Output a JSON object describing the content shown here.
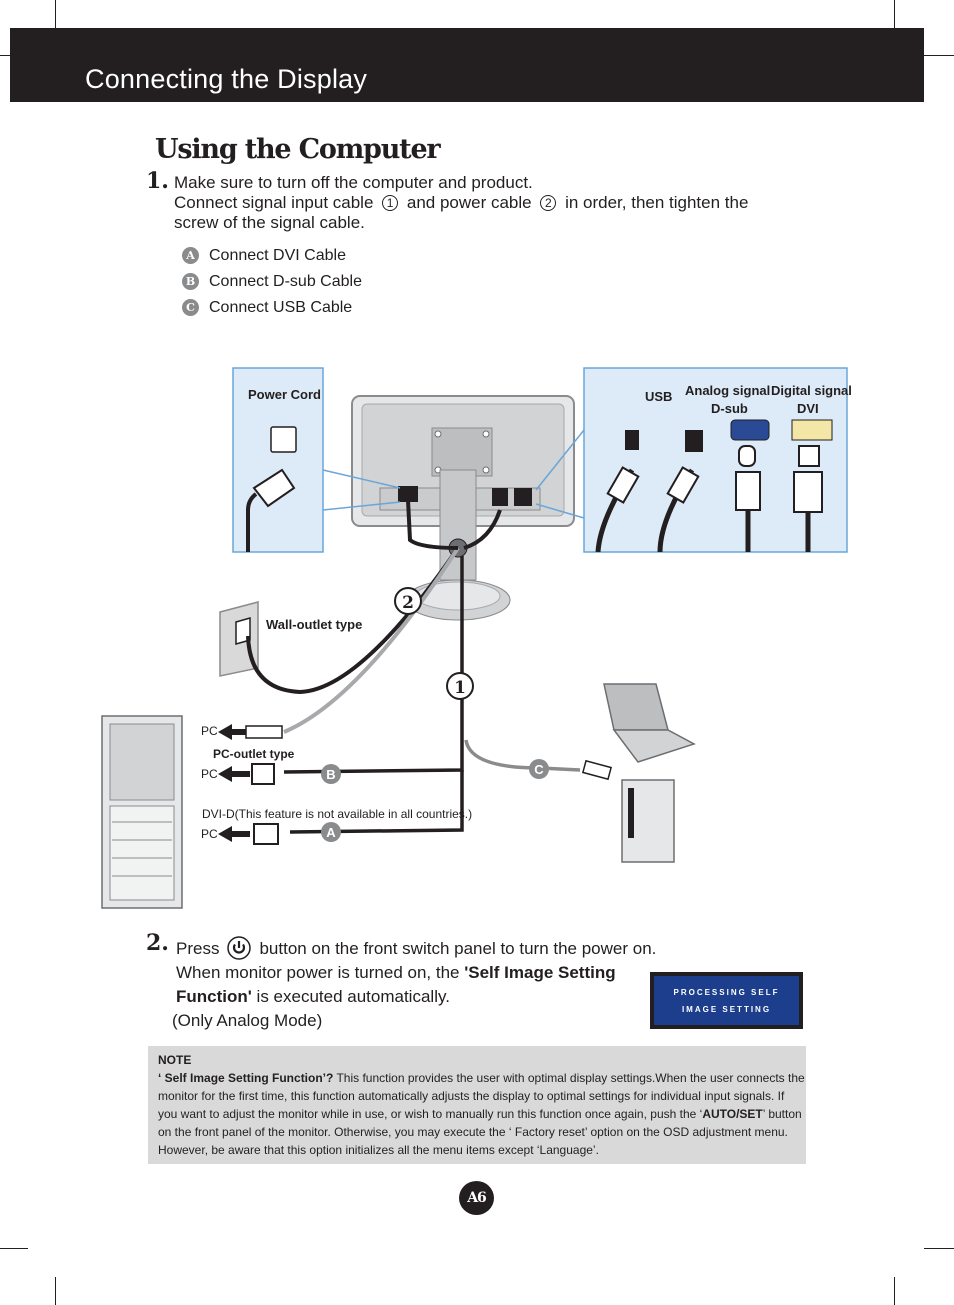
{
  "header": {
    "title": "Connecting the Display"
  },
  "section": {
    "title": "Using the Computer"
  },
  "step1": {
    "number": "1.",
    "line1": "Make sure to turn off the computer and  product.",
    "line2_a": "Connect signal input cable ",
    "circle1": "1",
    "line2_b": " and power cable ",
    "circle2": "2",
    "line2_c": " in order, then tighten the",
    "line3": "screw of the signal cable.",
    "options": [
      {
        "badge": "A",
        "label": "Connect DVI Cable"
      },
      {
        "badge": "B",
        "label": "Connect D-sub Cable"
      },
      {
        "badge": "C",
        "label": "Connect USB Cable"
      }
    ]
  },
  "diagram": {
    "power_cord": "Power Cord",
    "usb": "USB",
    "analog_1": "Analog signal",
    "analog_2": "D-sub",
    "digital_1": "Digital signal",
    "digital_2": "DVI",
    "wall_outlet": "Wall-outlet type",
    "pc_outlet": "PC-outlet type",
    "pc": "PC",
    "dvi_note": "DVI-D(This feature is not available in all countries.)",
    "cable1": "1",
    "cable2": "2",
    "letter_a": "A",
    "letter_b": "B",
    "letter_c": "C"
  },
  "step2": {
    "number": "2.",
    "press": "Press",
    "line1_b": "button on the front switch panel to turn the power on.",
    "line2_a": "When monitor power is turned on, the ",
    "line2_bold": "'Self Image Setting",
    "line3_bold": "Function'",
    "line3_b": " is executed automatically.",
    "line4": "(Only Analog Mode)"
  },
  "osd": {
    "line1": "PROCESSING SELF",
    "line2": "IMAGE SETTING"
  },
  "note": {
    "title": "NOTE",
    "q": "‘ Self Image Setting Function’?",
    "t1": " This function provides the user with optimal display settings.When the user connects the monitor for the first time, this function automatically adjusts the display to optimal settings for individual input signals. If you want to adjust the monitor while in use, or wish to manually run this function once again, push the ‘",
    "autoset": "AUTO/SET",
    "t2": "’ button on the front panel of the monitor. Otherwise, you may execute the ‘ Factory reset’ option on the OSD adjustment menu. However, be aware that this option initializes all the menu items except ‘Language’."
  },
  "page": {
    "number": "A6"
  },
  "colors": {
    "header_bg": "#231f20",
    "panel_bg": "#dcebf7",
    "panel_border": "#6aa6d8",
    "osd_bg": "#1c3e8c",
    "note_bg": "#d9d9d9"
  }
}
